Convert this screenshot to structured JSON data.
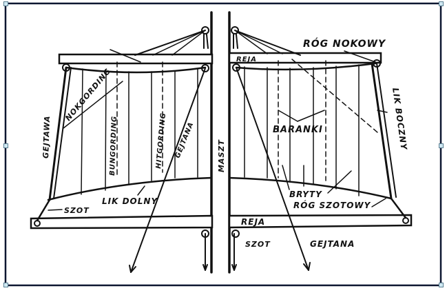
{
  "diagram": {
    "labels": {
      "rog_nokowy": "RÓG NOKOWY",
      "reja_top": "REJA",
      "nokgording": "NOKGORDING",
      "gejtawa_left": "GEJTAWA",
      "bungording": "BUNGORDING",
      "hitgording": "HITGORDING",
      "gejtana_upper": "GEJTANA",
      "maszt": "MASZT",
      "baranki": "BARANKI",
      "lik_boczny": "LIK BOCZNY",
      "lik_dolny": "LIK DOLNY",
      "szot_left": "SZOT",
      "bryty": "BRYTY",
      "rog_szotowy": "RÓG SZOTOWY",
      "reja_bottom": "REJA",
      "szot_right": "SZOT",
      "gejtana_lower": "GEJTANA"
    },
    "colors": {
      "ink": "#111111",
      "frame": "#0d1630",
      "handle": "#cfe8f2"
    }
  }
}
